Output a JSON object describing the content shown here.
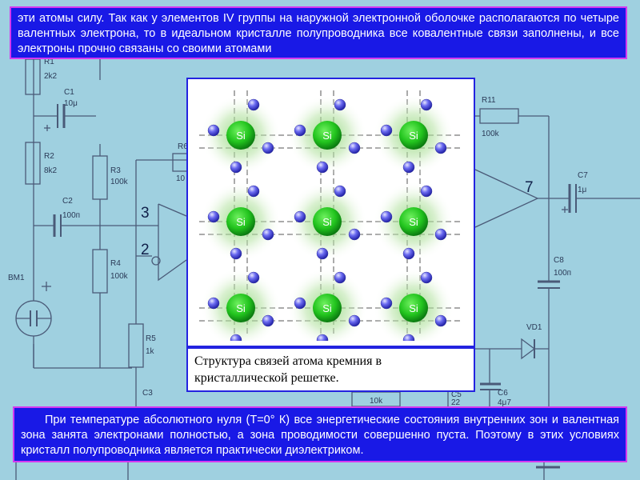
{
  "top_text": "эти атомы силу. Так как у элементов IV группы на наружной электронной оболочке располагаются по четыре валентных электрона, то в идеальном кристалле полупроводника все ковалентные связи заполнены, и все электроны прочно связаны со своими атомами",
  "bottom_text": "При температуре абсолютного нуля  (Т=0° К) все энергетические состояния внутренних зон и валентная зона занята электронами полностью, а зона проводимости совершенно пуста. Поэтому в этих условиях кристалл полупроводника является практически диэлектриком.",
  "caption": "Структура связей атома кремния в кристаллической решетке.",
  "atom_label": "Si",
  "lattice": {
    "rows": 3,
    "cols": 3
  },
  "circuit_labels": {
    "r1": "R1",
    "r1_val": "2k2",
    "c1": "C1",
    "c1_val": "10μ",
    "r2": "R2",
    "r2_val": "8k2",
    "r3": "R3",
    "r3_val": "100k",
    "c2": "C2",
    "c2_val": "100п",
    "r4": "R4",
    "r4_val": "100k",
    "r5": "R5",
    "r5_val": "1k",
    "c3": "C3",
    "bm1": "BM1",
    "r6": "R6",
    "r6_val": "10",
    "r11": "R11",
    "r11_val": "100k",
    "c7": "C7",
    "c7_val": "1μ",
    "c8": "C8",
    "c8_val": "100п",
    "vd1": "VD1",
    "c6": "C6",
    "c6_val": "4μ7",
    "c5": "C5",
    "c5_val": "22",
    "r_low_val": "10k",
    "pin3": "3",
    "pin2": "2",
    "pin7": "7"
  },
  "colors": {
    "background": "#9fd0e0",
    "circuit_line": "#4a5a78",
    "text_box_fill": "#1919e6",
    "text_box_border": "#d63af0",
    "atom_core": "#22c41e",
    "electron": "#5a5ae6"
  }
}
